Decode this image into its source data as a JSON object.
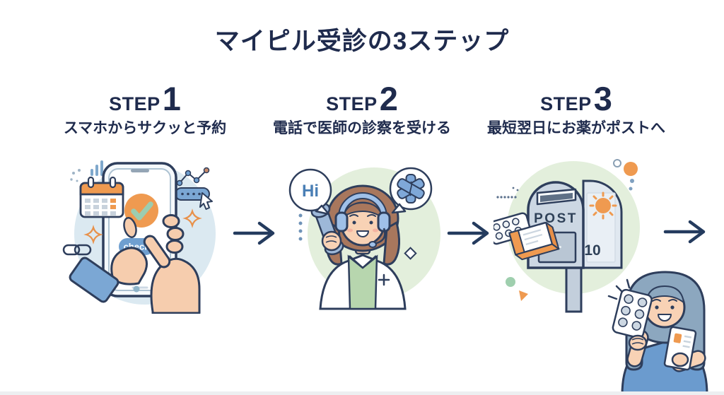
{
  "title": "マイピル受診の3ステップ",
  "steps": [
    {
      "label": "STEP",
      "number": "1",
      "caption": "スマホからサクッと予約",
      "phone_button_label": "check"
    },
    {
      "label": "STEP",
      "number": "2",
      "caption": "電話で医師の診察を受ける",
      "speech_bubble_text": "Hi"
    },
    {
      "label": "STEP",
      "number": "3",
      "caption": "最短翌日にお薬がポストへ",
      "mailbox_label": "POST",
      "mailbox_number": "10"
    }
  ],
  "arrows": {
    "count": 3,
    "direction": "right"
  },
  "colors": {
    "heading_text": "#1f2b4d",
    "arrow": "#243b5e",
    "accent_orange": "#ef9a50",
    "step1_circle_bg": "#dbe9f1",
    "step2_circle_bg": "#e3efdc",
    "step3_circle_bg": "#e3efdc",
    "check_green": "#9ccdb0",
    "button_blue": "#6f9fd0",
    "outline_navy": "#2e3e5c"
  }
}
